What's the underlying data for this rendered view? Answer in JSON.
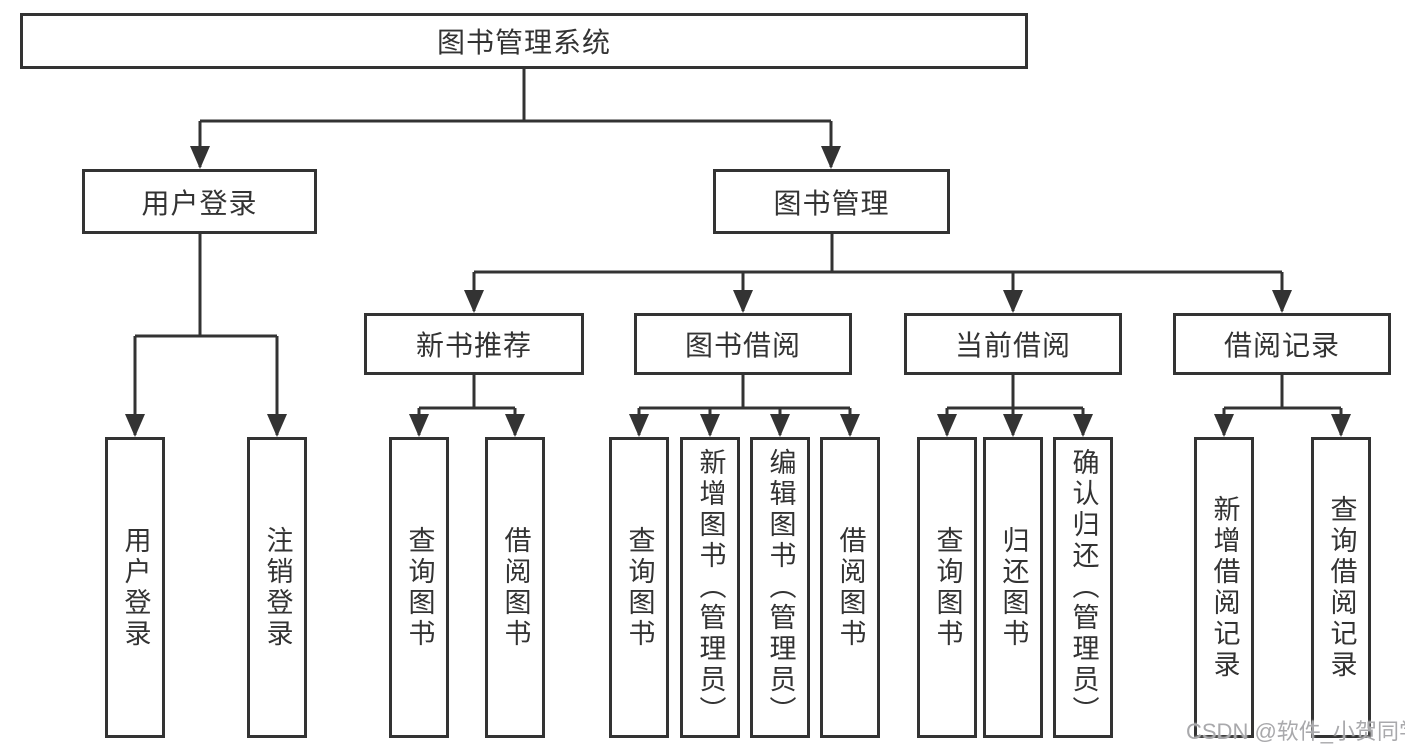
{
  "tree": {
    "root": {
      "label": "图书管理系统"
    },
    "branches": [
      {
        "label": "用户登录",
        "children": [
          {
            "label": "用户登录"
          },
          {
            "label": "注销登录"
          }
        ]
      },
      {
        "label": "图书管理",
        "children": [
          {
            "label": "新书推荐",
            "children": [
              {
                "label": "查询图书"
              },
              {
                "label": "借阅图书"
              }
            ]
          },
          {
            "label": "图书借阅",
            "children": [
              {
                "label": "查询图书"
              },
              {
                "label": "新增图书（管理员）"
              },
              {
                "label": "编辑图书（管理员）"
              },
              {
                "label": "借阅图书"
              }
            ]
          },
          {
            "label": "当前借阅",
            "children": [
              {
                "label": "查询图书"
              },
              {
                "label": "归还图书"
              },
              {
                "label": "确认归还（管理员）"
              }
            ]
          },
          {
            "label": "借阅记录",
            "children": [
              {
                "label": "新增借阅记录"
              },
              {
                "label": "查询借阅记录"
              }
            ]
          }
        ]
      }
    ]
  },
  "watermark": {
    "text": "CSDN @软件_小贺同学"
  },
  "colors": {
    "line": "#333333",
    "text": "#333333",
    "bg": "#ffffff",
    "watermark": "#a9a9ac"
  }
}
